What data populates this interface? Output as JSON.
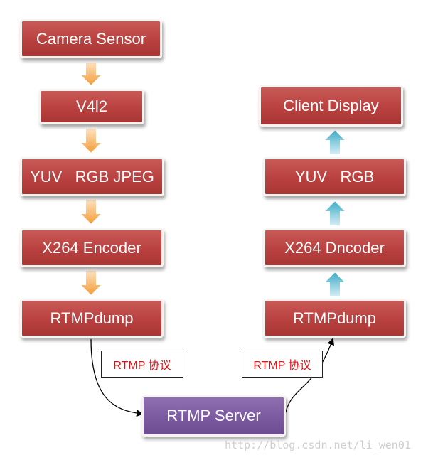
{
  "nodes": {
    "camera_sensor": "Camera Sensor",
    "v4l2": "V4l2",
    "yuv_rgb_jpeg": "YUV   RGB JPEG",
    "x264_encoder": "X264 Encoder",
    "rtmpdump_left": "RTMPdump",
    "client_display": "Client Display",
    "yuv_rgb": "YUV   RGB",
    "x264_dncoder": "X264 Dncoder",
    "rtmpdump_right": "RTMPdump",
    "rtmp_server": "RTMP Server"
  },
  "edge_labels": {
    "left": "RTMP 协议",
    "right": "RTMP 协议"
  },
  "watermark": "http://blog.csdn.net/li_wen01",
  "colors": {
    "node_red": "#b9413f",
    "server_purple": "#7b5aa0",
    "down_arrow_orange": "#f4a646",
    "up_arrow_blue": "#4fb3cc",
    "label_text_red": "#e01010"
  },
  "icons": {
    "down_arrow": "down-arrow-icon",
    "up_arrow": "up-arrow-icon"
  }
}
